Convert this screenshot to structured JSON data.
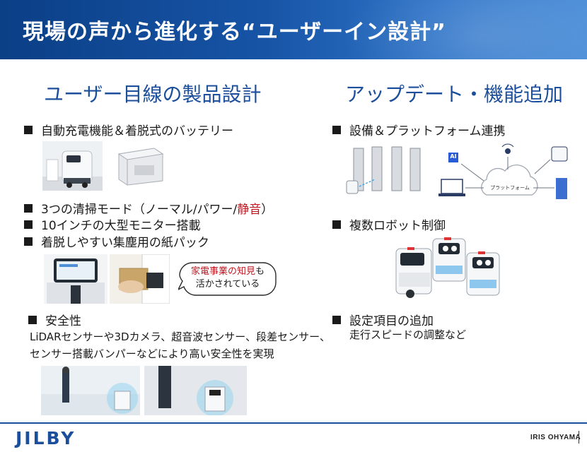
{
  "header": {
    "title": "現場の声から進化する“ユーザーイン設計”"
  },
  "left": {
    "title": "ユーザー目線の製品設計",
    "bullet1": "自動充電機能＆着脱式のバッテリー",
    "bullet2_pre": "3つの清掃モード（ノーマル/パワー/",
    "bullet2_red": "静音",
    "bullet2_post": "）",
    "bullet3": "10インチの大型モニター搭載",
    "bullet4": "着脱しやすい集塵用の紙パック",
    "bubble_line1_red": "家電事業の知見",
    "bubble_line1_post": "も",
    "bubble_line2": "活かされている",
    "safety_title": "安全性",
    "safety_line1": "LiDARセンサーや3Dカメラ、超音波センサー、段差センサー、",
    "safety_line2": "センサー搭載バンパーなどにより高い安全性を実現"
  },
  "right": {
    "title": "アップデート・機能追加",
    "bullet1": "設備＆プラットフォーム連携",
    "platform_label": "プラットフォーム",
    "ai_label": "AI",
    "bullet2": "複数ロボット制御",
    "bullet3": "設定項目の追加",
    "bullet3_sub": "走行スピードの調整など"
  },
  "footer": {
    "brand": "JILBY",
    "company": "IRIS OHYAMA"
  },
  "colors": {
    "accent": "#1b4f9c",
    "emphasis": "#c0161f",
    "header_start": "#0b3f86",
    "header_end": "#4d8fd8"
  }
}
